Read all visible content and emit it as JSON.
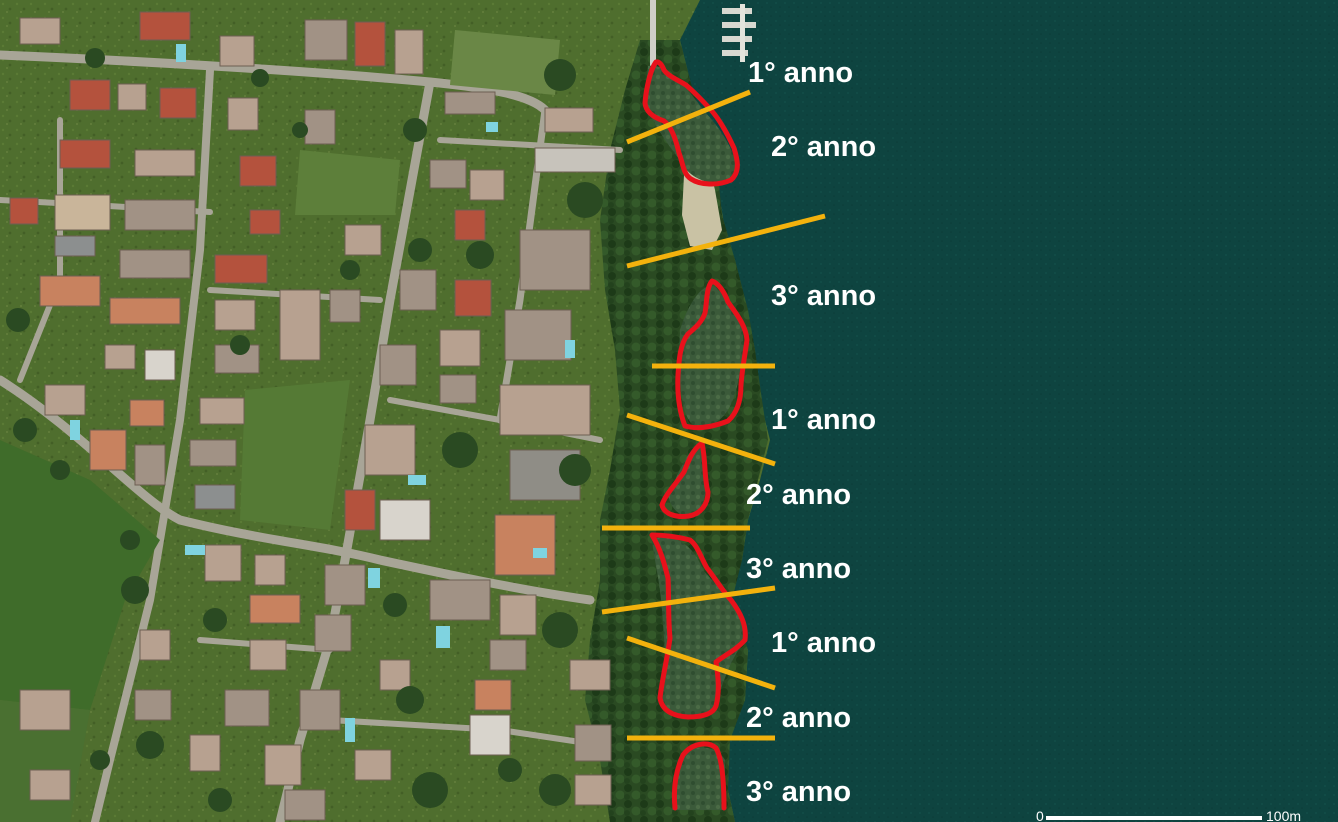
{
  "map": {
    "colors": {
      "lake": "#0e4440",
      "land": "#4c6a2c",
      "road": "#a8a597",
      "roof": "#b7a190",
      "roof_red": "#b4523d",
      "tree": "#1f3d1c",
      "boundary": "#e8111b",
      "divider": "#f3b20d",
      "label": "#ffffff"
    },
    "labels": {
      "l1": "1° anno",
      "l2": "2° anno",
      "l3": "3° anno",
      "l4": "1° anno",
      "l5": "2° anno",
      "l6": "3° anno",
      "l7": "1° anno",
      "l8": "2° anno",
      "l9": "3° anno"
    },
    "scale": {
      "start": "0",
      "end": "100m"
    }
  }
}
